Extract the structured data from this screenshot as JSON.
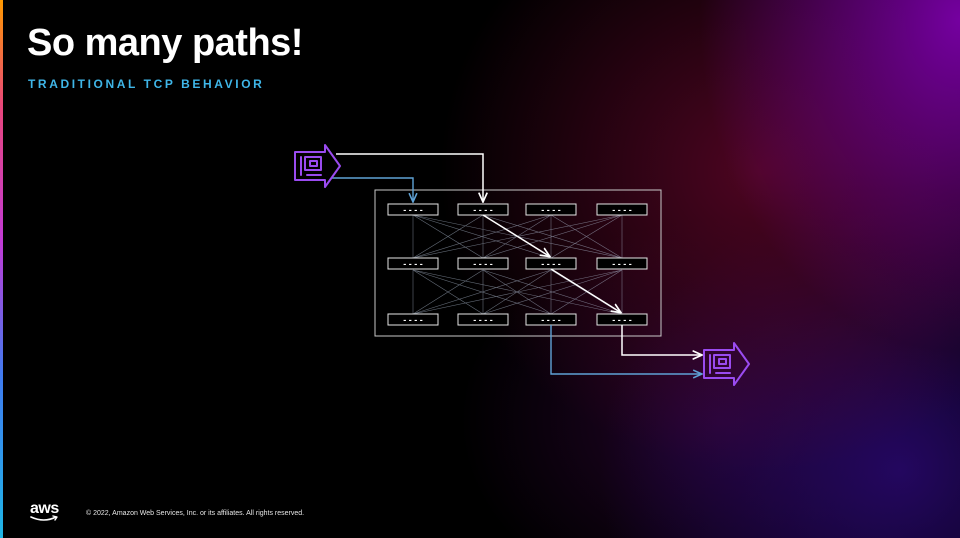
{
  "slide": {
    "title": "So many paths!",
    "subtitle": "TRADITIONAL TCP BEHAVIOR"
  },
  "diagram": {
    "switch_label": "- - - -",
    "switch_grid": {
      "rows": 3,
      "columns": 4
    },
    "colors": {
      "nic_icon": "#9a4bf0",
      "arrow_white": "#ffffff",
      "arrow_blue": "#5fa2d6",
      "mesh": "#b8c7dc"
    },
    "icons": {
      "source": "network-card-icon",
      "destination": "network-card-icon"
    }
  },
  "footer": {
    "logo": "aws",
    "copyright": "© 2022, Amazon Web Services, Inc. or its affiliates. All rights reserved."
  }
}
